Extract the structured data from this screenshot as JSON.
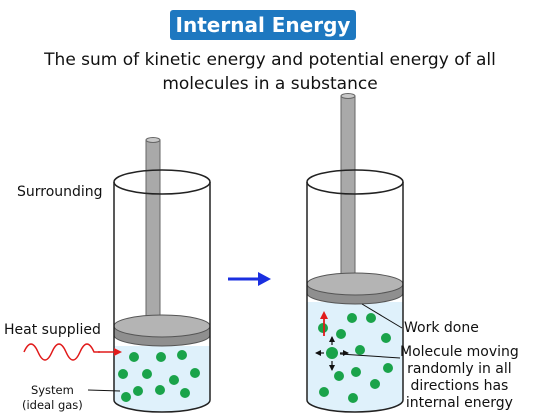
{
  "title": "Internal Energy",
  "subtitle_line1": "The sum of kinetic energy and potential energy of all",
  "subtitle_line2": "molecules in a substance",
  "labels": {
    "surrounding": "Surrounding",
    "heat_supplied": "Heat supplied",
    "system_line1": "System",
    "system_line2": "(ideal gas)",
    "work_done": "Work done",
    "molecule_line1": "Molecule moving",
    "molecule_line2": "randomly in all",
    "molecule_line3": "directions has",
    "molecule_line4": "internal energy"
  },
  "colors": {
    "title_bg": "#1e78c0",
    "gas_fill": "#dff1fb",
    "molecule": "#1aa34a",
    "heat_wave": "#e11b1b",
    "process_arrow": "#1a2fe0",
    "piston": "#a9a9a9"
  }
}
